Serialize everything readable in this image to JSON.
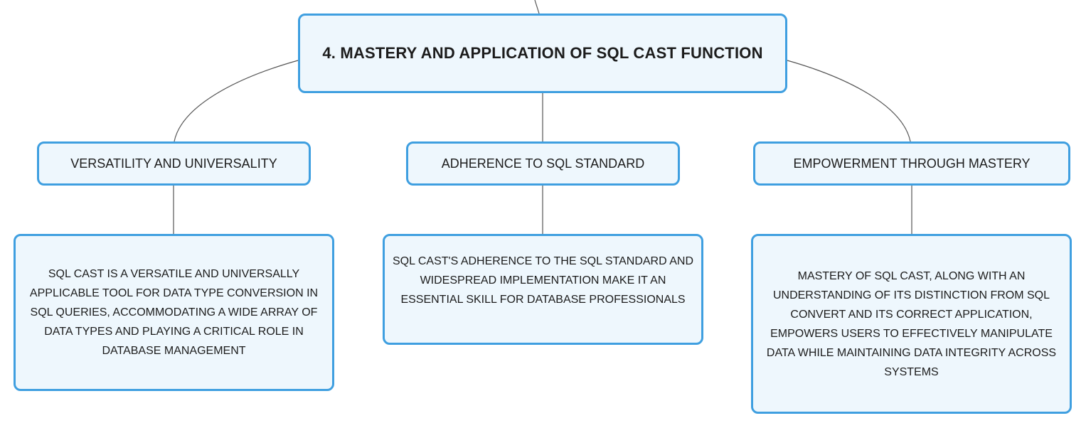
{
  "root": {
    "label": "4. MASTERY AND APPLICATION OF SQL CAST FUNCTION"
  },
  "branches": [
    {
      "title": "VERSATILITY AND UNIVERSALITY",
      "detail": "SQL CAST IS A VERSATILE AND UNIVERSALLY APPLICABLE TOOL FOR DATA TYPE CONVERSION IN SQL QUERIES, ACCOMMODATING A WIDE ARRAY OF DATA TYPES AND PLAYING A CRITICAL ROLE IN DATABASE MANAGEMENT"
    },
    {
      "title": "ADHERENCE TO SQL STANDARD",
      "detail": "SQL CAST'S ADHERENCE TO THE SQL STANDARD AND WIDESPREAD IMPLEMENTATION MAKE IT AN ESSENTIAL SKILL FOR DATABASE PROFESSIONALS"
    },
    {
      "title": "EMPOWERMENT THROUGH MASTERY",
      "detail": "MASTERY OF SQL CAST, ALONG WITH AN UNDERSTANDING OF ITS DISTINCTION FROM SQL CONVERT AND ITS CORRECT APPLICATION, EMPOWERS USERS TO EFFECTIVELY MANIPULATE DATA WHILE MAINTAINING DATA INTEGRITY ACROSS SYSTEMS"
    }
  ],
  "colors": {
    "node_border": "#3f9fe0",
    "node_fill": "#eef7fd",
    "connector": "#555555",
    "text": "#1c1c1c"
  }
}
